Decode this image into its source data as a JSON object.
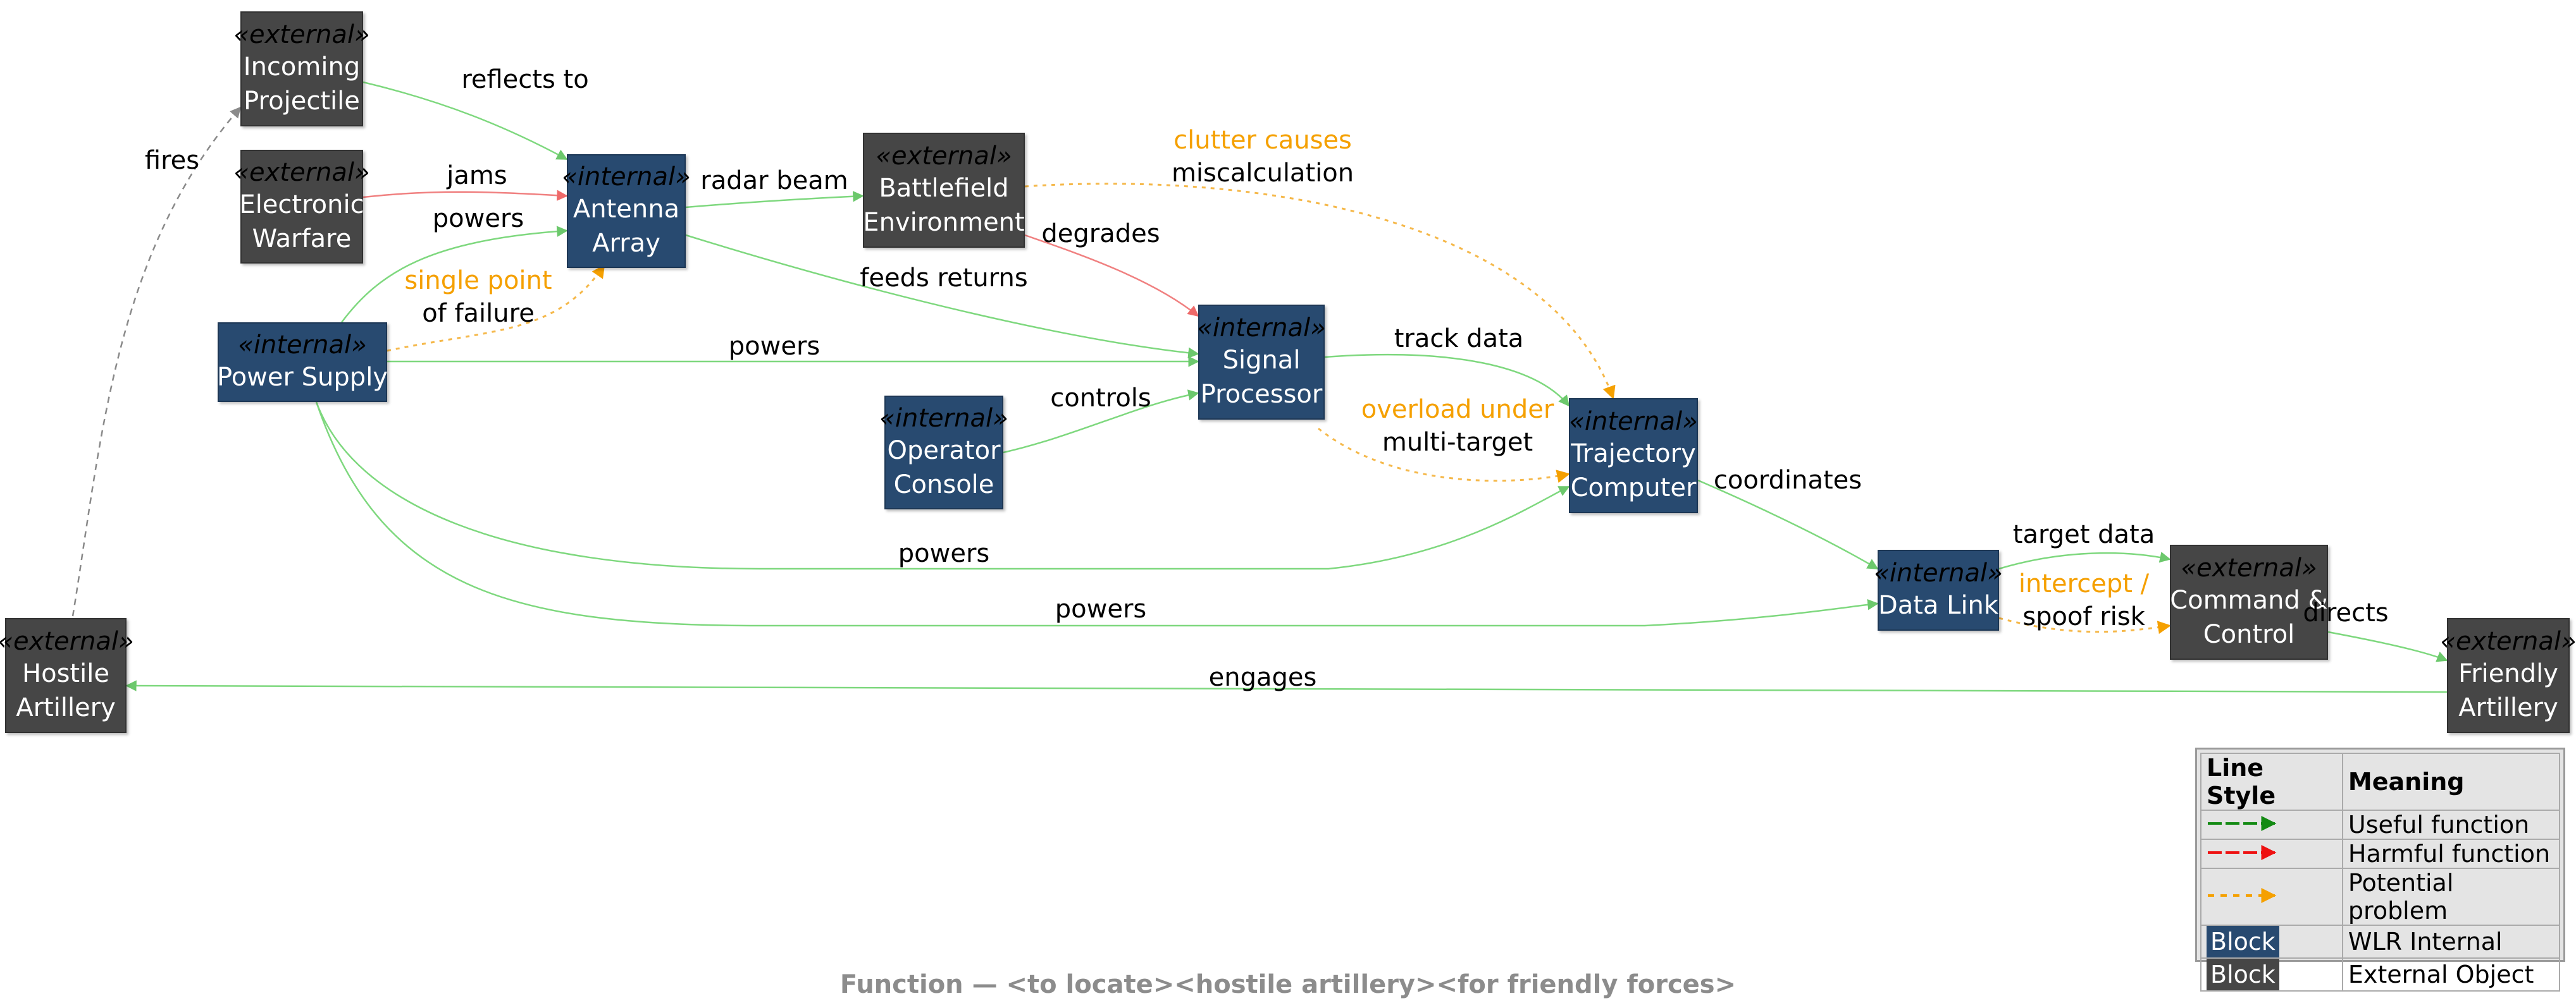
{
  "diagram": {
    "nodes": [
      {
        "id": "incoming-projectile",
        "stereotype": "«external»",
        "label": "Incoming\nProjectile",
        "kind": "external"
      },
      {
        "id": "electronic-warfare",
        "stereotype": "«external»",
        "label": "Electronic\nWarfare",
        "kind": "external"
      },
      {
        "id": "antenna-array",
        "stereotype": "«internal»",
        "label": "Antenna\nArray",
        "kind": "internal"
      },
      {
        "id": "battlefield-environment",
        "stereotype": "«external»",
        "label": "Battlefield\nEnvironment",
        "kind": "external"
      },
      {
        "id": "power-supply",
        "stereotype": "«internal»",
        "label": "Power Supply",
        "kind": "internal"
      },
      {
        "id": "signal-processor",
        "stereotype": "«internal»",
        "label": "Signal\nProcessor",
        "kind": "internal"
      },
      {
        "id": "operator-console",
        "stereotype": "«internal»",
        "label": "Operator\nConsole",
        "kind": "internal"
      },
      {
        "id": "trajectory-computer",
        "stereotype": "«internal»",
        "label": "Trajectory\nComputer",
        "kind": "internal"
      },
      {
        "id": "data-link",
        "stereotype": "«internal»",
        "label": "Data Link",
        "kind": "internal"
      },
      {
        "id": "command-control",
        "stereotype": "«external»",
        "label": "Command &\nControl",
        "kind": "external"
      },
      {
        "id": "friendly-artillery",
        "stereotype": "«external»",
        "label": "Friendly\nArtillery",
        "kind": "external"
      },
      {
        "id": "hostile-artillery",
        "stereotype": "«external»",
        "label": "Hostile\nArtillery",
        "kind": "external"
      }
    ],
    "edges": [
      {
        "from": "hostile-artillery",
        "to": "incoming-projectile",
        "label": "fires",
        "style": "neutral"
      },
      {
        "from": "incoming-projectile",
        "to": "antenna-array",
        "label": "reflects to",
        "style": "useful"
      },
      {
        "from": "electronic-warfare",
        "to": "antenna-array",
        "label": "jams",
        "style": "harmful"
      },
      {
        "from": "power-supply",
        "to": "antenna-array",
        "label": "powers",
        "style": "useful"
      },
      {
        "from": "power-supply",
        "to": "antenna-array",
        "warn": "single point",
        "label": "of failure",
        "style": "problem"
      },
      {
        "from": "antenna-array",
        "to": "battlefield-environment",
        "label": "radar beam",
        "style": "useful"
      },
      {
        "from": "antenna-array",
        "to": "signal-processor",
        "label": "feeds returns",
        "style": "useful"
      },
      {
        "from": "battlefield-environment",
        "to": "signal-processor",
        "label": "degrades",
        "style": "harmful"
      },
      {
        "from": "battlefield-environment",
        "to": "trajectory-computer",
        "warn": "clutter causes",
        "label": "miscalculation",
        "style": "problem"
      },
      {
        "from": "power-supply",
        "to": "signal-processor",
        "label": "powers",
        "style": "useful"
      },
      {
        "from": "operator-console",
        "to": "signal-processor",
        "label": "controls",
        "style": "useful"
      },
      {
        "from": "signal-processor",
        "to": "trajectory-computer",
        "label": "track data",
        "style": "useful"
      },
      {
        "from": "signal-processor",
        "to": "trajectory-computer",
        "warn": "overload under",
        "label": "multi-target",
        "style": "problem"
      },
      {
        "from": "power-supply",
        "to": "trajectory-computer",
        "label": "powers",
        "style": "useful"
      },
      {
        "from": "trajectory-computer",
        "to": "data-link",
        "label": "coordinates",
        "style": "useful"
      },
      {
        "from": "power-supply",
        "to": "data-link",
        "label": "powers",
        "style": "useful"
      },
      {
        "from": "data-link",
        "to": "command-control",
        "label": "target data",
        "style": "useful"
      },
      {
        "from": "data-link",
        "to": "command-control",
        "warn": "intercept /",
        "label": "spoof risk",
        "style": "problem"
      },
      {
        "from": "command-control",
        "to": "friendly-artillery",
        "label": "directs",
        "style": "useful"
      },
      {
        "from": "friendly-artillery",
        "to": "hostile-artillery",
        "label": "engages",
        "style": "useful"
      }
    ]
  },
  "colors": {
    "internal": "#284a70",
    "external": "#464646",
    "useful": "#7ed87e",
    "harmful": "#f08080",
    "problem": "#f5b84a",
    "neutral": "#8a8a8a",
    "warn_text": "#f5a000"
  },
  "legend": {
    "headers": [
      "Line Style",
      "Meaning"
    ],
    "rows": [
      {
        "style": "useful",
        "meaning": "Useful function"
      },
      {
        "style": "harmful",
        "meaning": "Harmful function"
      },
      {
        "style": "problem",
        "meaning": "Potential problem"
      },
      {
        "style": "internal",
        "swatch": "Block",
        "meaning": "WLR Internal"
      },
      {
        "style": "external",
        "swatch": "Block",
        "meaning": "External Object"
      }
    ]
  },
  "footer": "Function — <to locate><hostile artillery><for friendly forces>"
}
